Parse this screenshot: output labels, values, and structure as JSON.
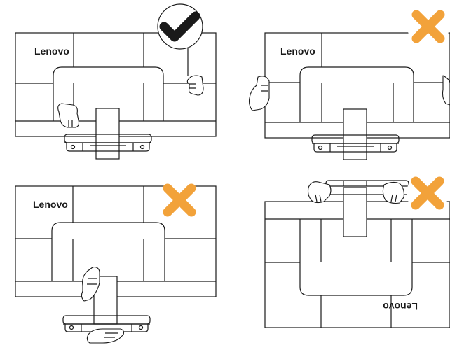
{
  "panels": [
    {
      "id": "panel-1",
      "brand": "Lenovo",
      "status": "correct"
    },
    {
      "id": "panel-2",
      "brand": "Lenovo",
      "status": "incorrect"
    },
    {
      "id": "panel-3",
      "brand": "Lenovo",
      "status": "incorrect"
    },
    {
      "id": "panel-4",
      "brand": "Lenovo",
      "status": "incorrect"
    }
  ],
  "colors": {
    "correct_badge": "#1a1a1a",
    "incorrect_badge": "#f2a23a",
    "line": "#1a1a1a"
  },
  "icons": {
    "correct": "checkmark-icon",
    "incorrect": "x-mark-icon"
  }
}
